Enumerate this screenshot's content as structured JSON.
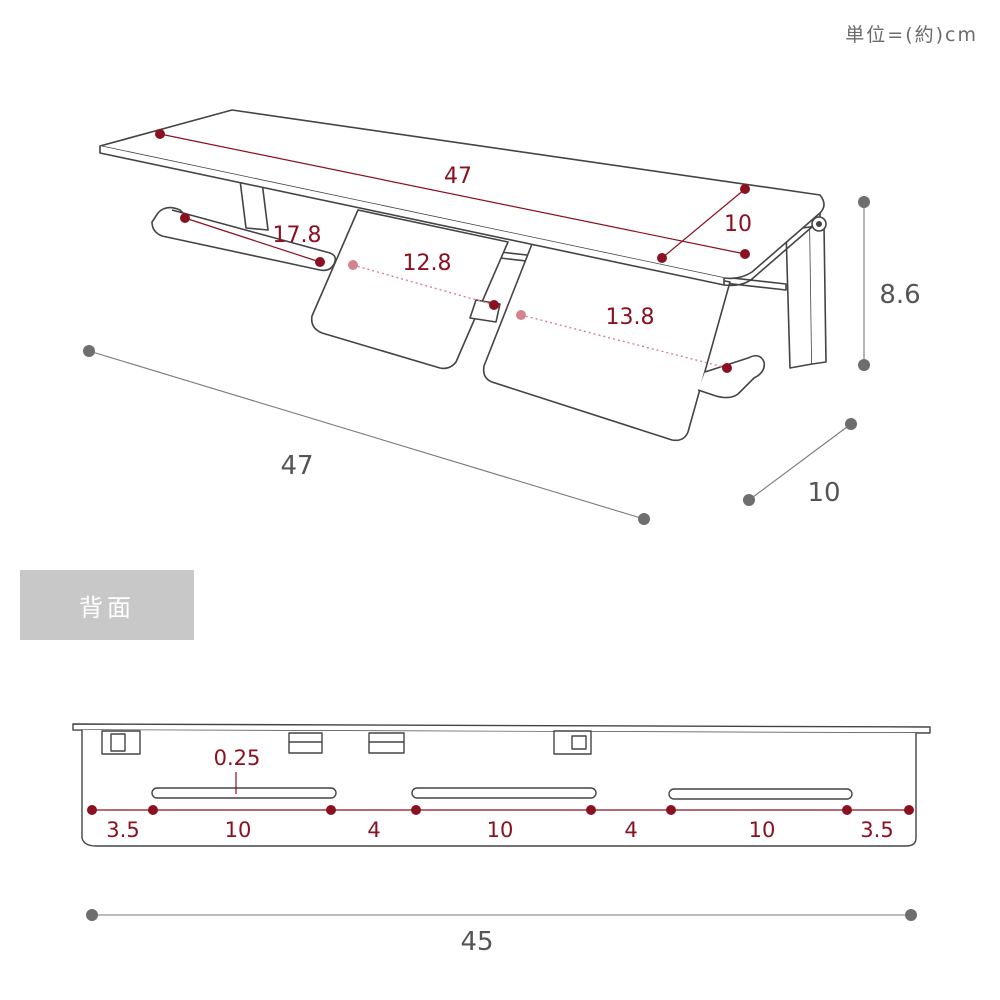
{
  "unit_note": "単位=(約)cm",
  "back_label": "背面",
  "colors": {
    "accent": "#8b1020",
    "accent_light": "#d4828e",
    "gray": "#6e6e6e",
    "outline": "#444444",
    "badge_bg": "#c8c8c8"
  },
  "top_view": {
    "shelf_width": "47",
    "shelf_depth": "10",
    "left_bar": "17.8",
    "left_holder": "12.8",
    "right_holder": "13.8",
    "overall_width": "47",
    "overall_depth": "10",
    "height": "8.6"
  },
  "back_view": {
    "slot_gap": "0.25",
    "segments": [
      "3.5",
      "10",
      "4",
      "10",
      "4",
      "10",
      "3.5"
    ],
    "overall_width": "45"
  }
}
